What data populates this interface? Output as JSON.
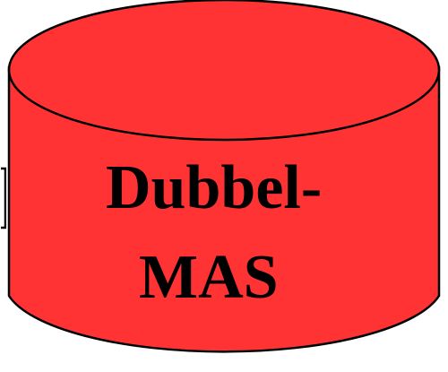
{
  "diagram": {
    "database_shape": {
      "shape": "cylinder",
      "label_line_1": "Dubbel-",
      "label_line_2": "MAS",
      "fill_color": "#ff3333",
      "stroke_color": "#000000",
      "text_color": "#000000"
    },
    "edge_fragment": {
      "shape": "partial bracket at left edge",
      "stroke_color": "#000000"
    }
  }
}
